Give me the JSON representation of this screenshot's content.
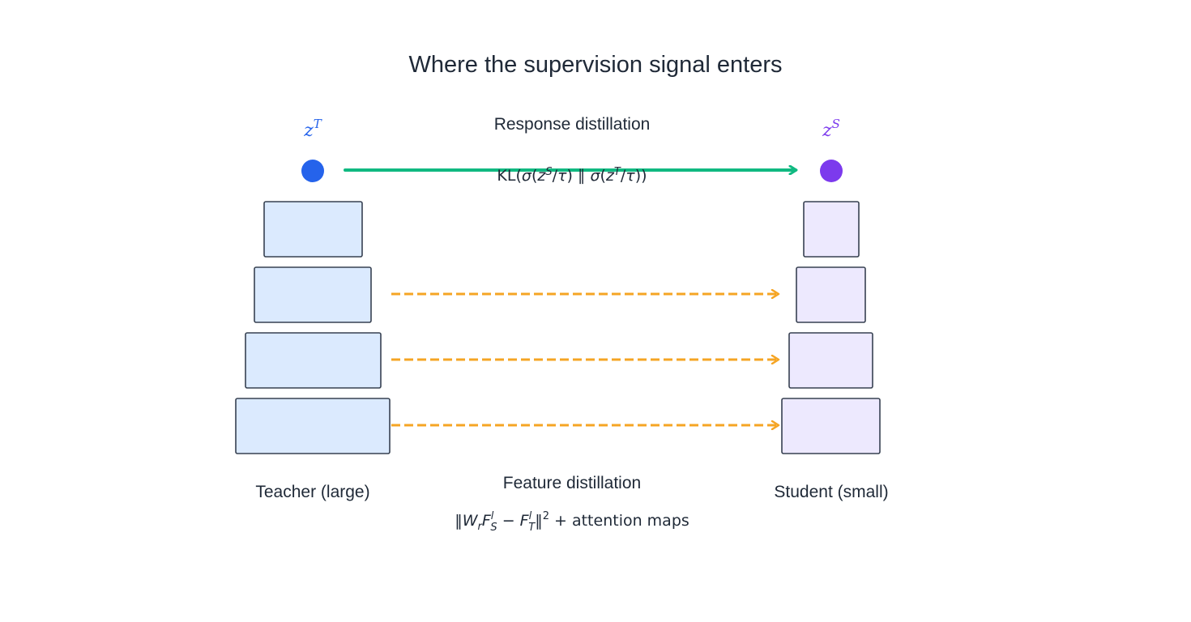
{
  "title": "Where the supervision signal enters",
  "teacher": {
    "logit_symbol": "z",
    "logit_superscript": "T",
    "label": "Teacher (large)",
    "color": "#2563eb",
    "block_fill": "#dbeafe"
  },
  "student": {
    "logit_symbol": "z",
    "logit_superscript": "S",
    "label": "Student (small)",
    "color": "#7c3aed",
    "block_fill": "#ede9fe"
  },
  "response": {
    "label": "Response distillation",
    "formula": "KL(σ(z^S/τ) ∥ σ(z^T/τ))",
    "color": "#10b981"
  },
  "feature": {
    "label": "Feature distillation",
    "formula": "‖W_r F_S^l − F_T^l‖^2  +  attention maps",
    "formula_suffix": "attention maps",
    "color": "#f5a524",
    "arrow_count": 3
  },
  "colors": {
    "block_stroke": "#374151",
    "text": "#1f2937"
  }
}
